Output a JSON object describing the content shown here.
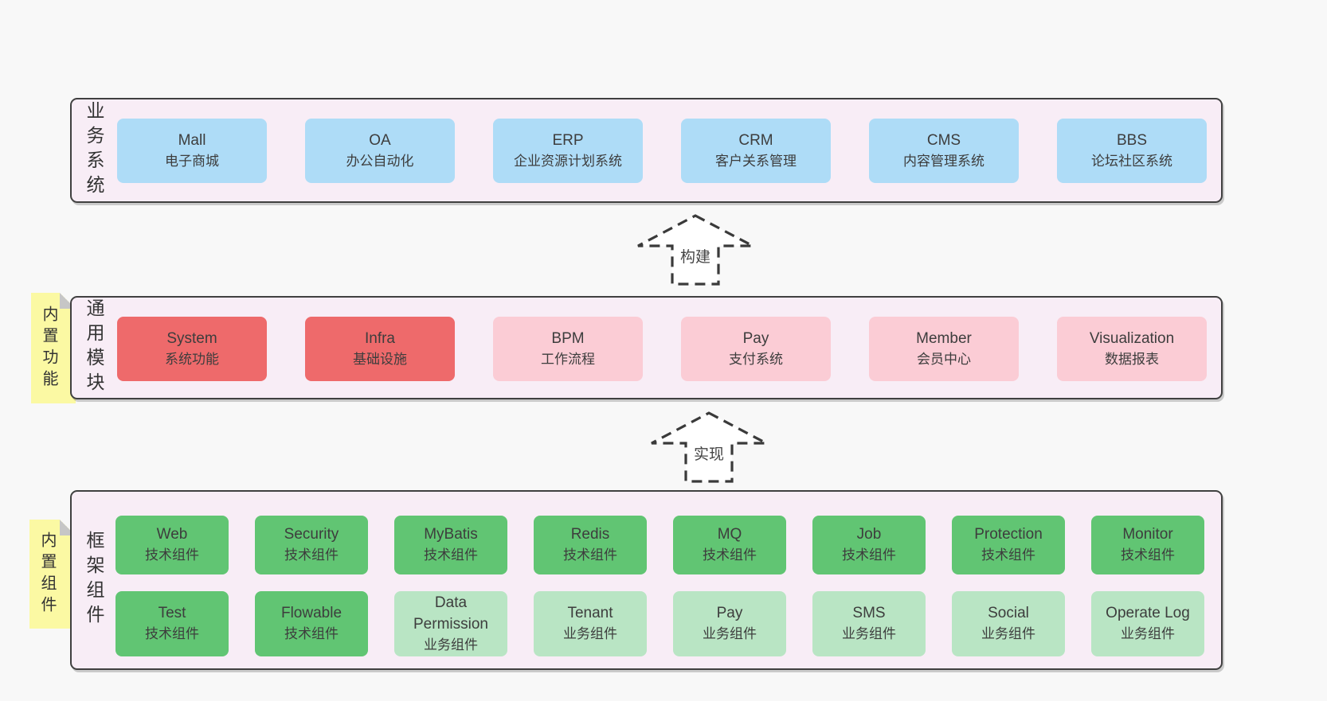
{
  "colors": {
    "page_bg": "#f8f8f8",
    "section_bg": "#f8edf6",
    "border": "#404040",
    "note_yellow": "#fbf9a3",
    "box_blue": "#aedcf7",
    "box_red": "#ee6a6b",
    "box_pink": "#fbccd5",
    "box_green": "#61c573",
    "box_light_green": "#b9e5c4"
  },
  "arrows": {
    "build": "构建",
    "implement": "实现"
  },
  "sections": {
    "business": {
      "label": "业务系统",
      "boxes": [
        {
          "name": "Mall",
          "desc": "电子商城"
        },
        {
          "name": "OA",
          "desc": "办公自动化"
        },
        {
          "name": "ERP",
          "desc": "企业资源计划系统"
        },
        {
          "name": "CRM",
          "desc": "客户关系管理"
        },
        {
          "name": "CMS",
          "desc": "内容管理系统"
        },
        {
          "name": "BBS",
          "desc": "论坛社区系统"
        }
      ]
    },
    "modules": {
      "label": "通用模块",
      "note": "内置功能",
      "boxes": [
        {
          "name": "System",
          "desc": "系统功能"
        },
        {
          "name": "Infra",
          "desc": "基础设施"
        },
        {
          "name": "BPM",
          "desc": "工作流程"
        },
        {
          "name": "Pay",
          "desc": "支付系统"
        },
        {
          "name": "Member",
          "desc": "会员中心"
        },
        {
          "name": "Visualization",
          "desc": "数据报表"
        }
      ]
    },
    "components": {
      "label": "框架组件",
      "note": "内置组件",
      "row1": [
        {
          "name": "Web",
          "desc": "技术组件"
        },
        {
          "name": "Security",
          "desc": "技术组件"
        },
        {
          "name": "MyBatis",
          "desc": "技术组件"
        },
        {
          "name": "Redis",
          "desc": "技术组件"
        },
        {
          "name": "MQ",
          "desc": "技术组件"
        },
        {
          "name": "Job",
          "desc": "技术组件"
        },
        {
          "name": "Protection",
          "desc": "技术组件"
        },
        {
          "name": "Monitor",
          "desc": "技术组件"
        }
      ],
      "row2": [
        {
          "name": "Test",
          "desc": "技术组件"
        },
        {
          "name": "Flowable",
          "desc": "技术组件"
        },
        {
          "name": "Data Permission",
          "desc": "业务组件"
        },
        {
          "name": "Tenant",
          "desc": "业务组件"
        },
        {
          "name": "Pay",
          "desc": "业务组件"
        },
        {
          "name": "SMS",
          "desc": "业务组件"
        },
        {
          "name": "Social",
          "desc": "业务组件"
        },
        {
          "name": "Operate Log",
          "desc": "业务组件"
        }
      ]
    }
  }
}
